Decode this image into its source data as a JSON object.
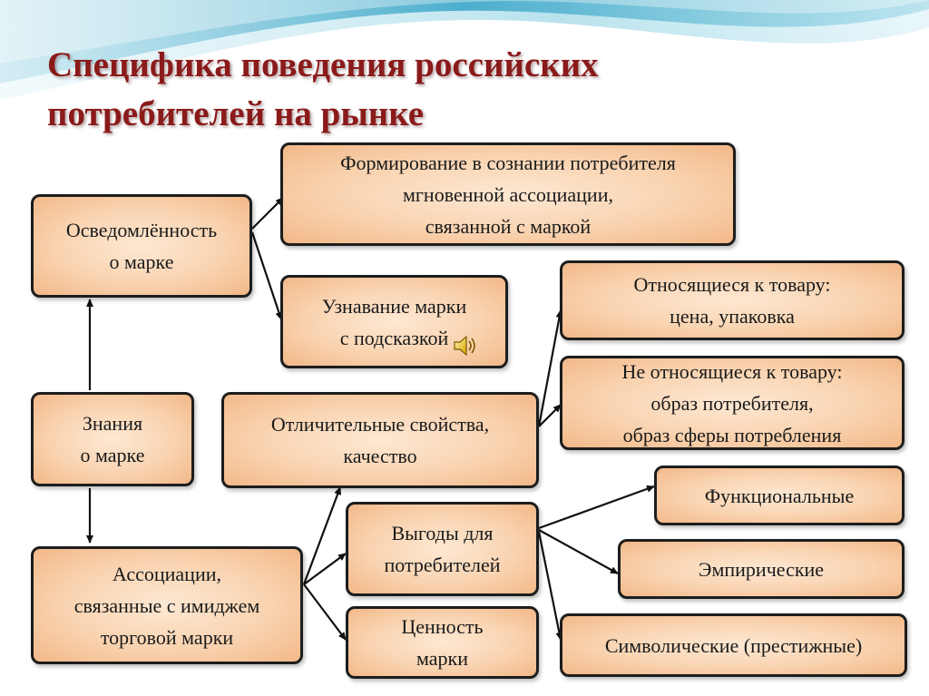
{
  "title": {
    "line1": "Специфика поведения российских",
    "line2": "потребителей на рынке"
  },
  "boxes": {
    "awareness": "Осведомлённость\nо марке",
    "instant_association": "Формирование в сознании потребителя\nмгновенной ассоциации,\nсвязанной с маркой",
    "prompted_recognition": "Узнавание марки\nс подсказкой",
    "knowledge": "Знания\nо марке",
    "distinctive_properties": "Отличительные свойства,\nкачество",
    "product_related": "Относящиеся к товару:\nцена, упаковка",
    "non_product_related": "Не относящиеся к товару:\nобраз потребителя,\nобраз сферы потребления",
    "associations": "Ассоциации,\nсвязанные с имиджем\nторговой марки",
    "benefits": "Выгоды для\nпотребителей",
    "brand_value": "Ценность\nмарки",
    "functional": "Функциональные",
    "empirical": "Эмпирические",
    "symbolic": "Символические (престижные)"
  },
  "colors": {
    "title": "#8b1a1a",
    "box_fill": "#f9d3b0",
    "box_border": "#1d1d1d",
    "wave": "#5fb7d3"
  },
  "icons": {
    "sound": "speaker-icon"
  }
}
